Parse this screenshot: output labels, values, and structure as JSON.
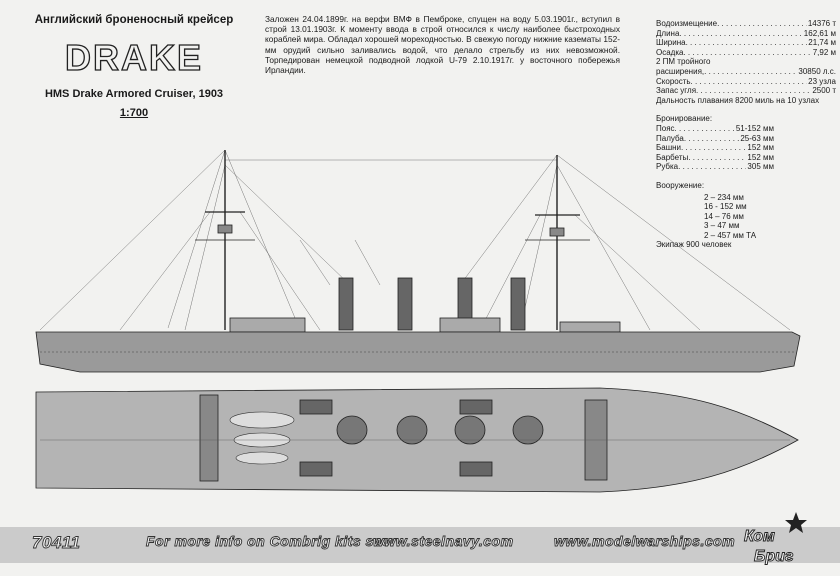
{
  "header": {
    "title_ru": "Английский броненосный крейсер",
    "name": "DRAKE",
    "title_en": "HMS Drake Armored Cruiser, 1903",
    "scale": "1:700"
  },
  "history": "Заложен 24.04.1899г. на верфи ВМФ в Пемброке, спущен на воду 5.03.1901г., вступил в строй 13.01.1903г. К моменту ввода в строй относился к числу наиболее быстроходных кораблей мира. Обладал хорошей мореходностью. В свежую погоду нижние казематы 152-мм орудий сильно заливались водой, что делало стрельбу из них невозможной. Торпедирован немецкой подводной лодкой U-79 2.10.1917г. у восточного побережья Ирландии.",
  "specs": {
    "displacement_label": "Водоизмещение",
    "displacement": "14376 т",
    "length_label": "Длина",
    "length": "162,61 м",
    "beam_label": "Ширина",
    "beam": "21,74 м",
    "draft_label": "Осадка",
    "draft": "7,92 м",
    "engine_line1": "2 ПМ тройного",
    "engine_label": "расширения,",
    "engine": "30850 л.с.",
    "speed_label": "Скорость",
    "speed": "23 узла",
    "coal_label": "Запас угля",
    "coal": "2500 т",
    "range": "Дальность плавания 8200 миль на 10 узлах"
  },
  "armor": {
    "heading": "Бронирование:",
    "belt_label": "Пояс",
    "belt": "51-152 мм",
    "deck_label": "Палуба",
    "deck": "25-63 мм",
    "towers_label": "Башни",
    "towers": "152 мм",
    "barbettes_label": "Барбеты",
    "barbettes": "152 мм",
    "conning_label": "Рубка",
    "conning": "305 мм"
  },
  "armament": {
    "heading": "Вооружение:",
    "items": [
      "2 – 234 мм",
      "16 - 152 мм",
      "14 – 76 мм",
      "3 – 47 мм",
      "2 – 457 мм ТА"
    ],
    "crew": "Экипаж 900 человек"
  },
  "footer": {
    "kit_number": "70411",
    "info": "For more info on Combrig kits see:",
    "url1": "www.steelnavy.com",
    "url2": "www.modelwarships.com",
    "brand_top": "Ком",
    "brand_bottom": "Бриг"
  },
  "colors": {
    "paper": "#f2f2f0",
    "ink": "#1a1a1a",
    "hull": "#9a9a9a",
    "deck": "#b4b4b4",
    "footer": "#cbcbcb"
  }
}
